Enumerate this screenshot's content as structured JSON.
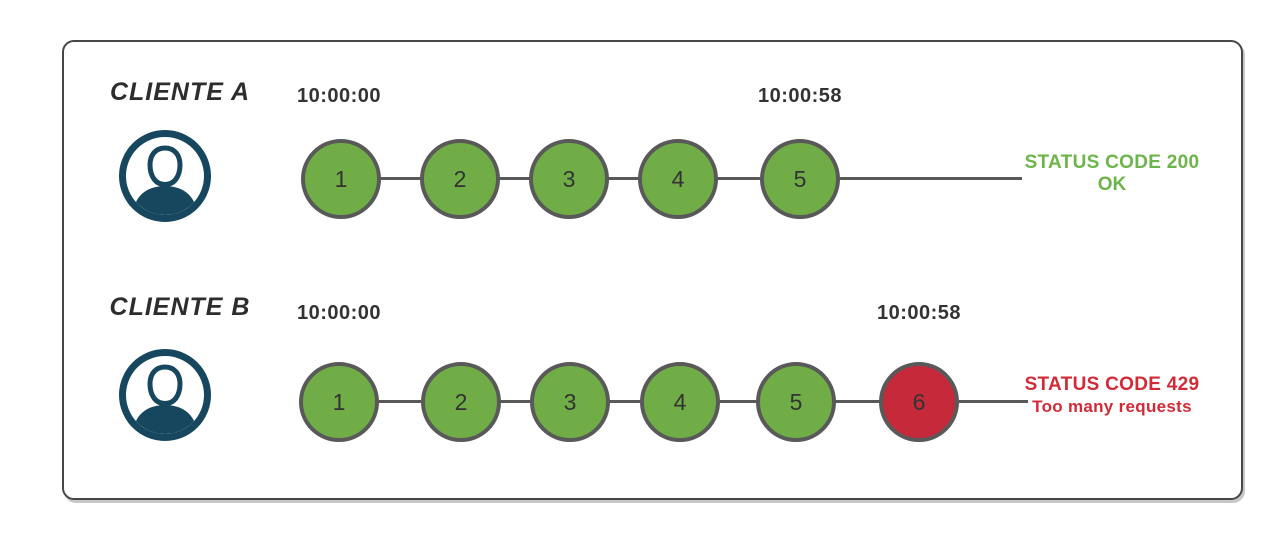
{
  "colors": {
    "ok": "#70ad47",
    "blocked": "#c5293a",
    "ok_text": "#6db44a",
    "blocked_text": "#d22b38",
    "line": "#595959",
    "icon": "#17465f",
    "text_dark": "#2d2d2d"
  },
  "icons": {
    "client_a": "user-circle-icon",
    "client_b": "user-circle-icon"
  },
  "panel": {
    "rows": [
      {
        "client": "CLIENTE A",
        "start_time": "10:00:00",
        "end_time": "10:00:58",
        "requests": [
          "1",
          "2",
          "3",
          "4",
          "5"
        ],
        "status_code_label": "STATUS CODE 200",
        "status_message": "OK"
      },
      {
        "client": "CLIENTE B",
        "start_time": "10:00:00",
        "end_time": "10:00:58",
        "requests": [
          "1",
          "2",
          "3",
          "4",
          "5",
          "6"
        ],
        "blocked_request": "6",
        "status_code_label": "STATUS CODE 429",
        "status_message": "Too many requests"
      }
    ]
  }
}
